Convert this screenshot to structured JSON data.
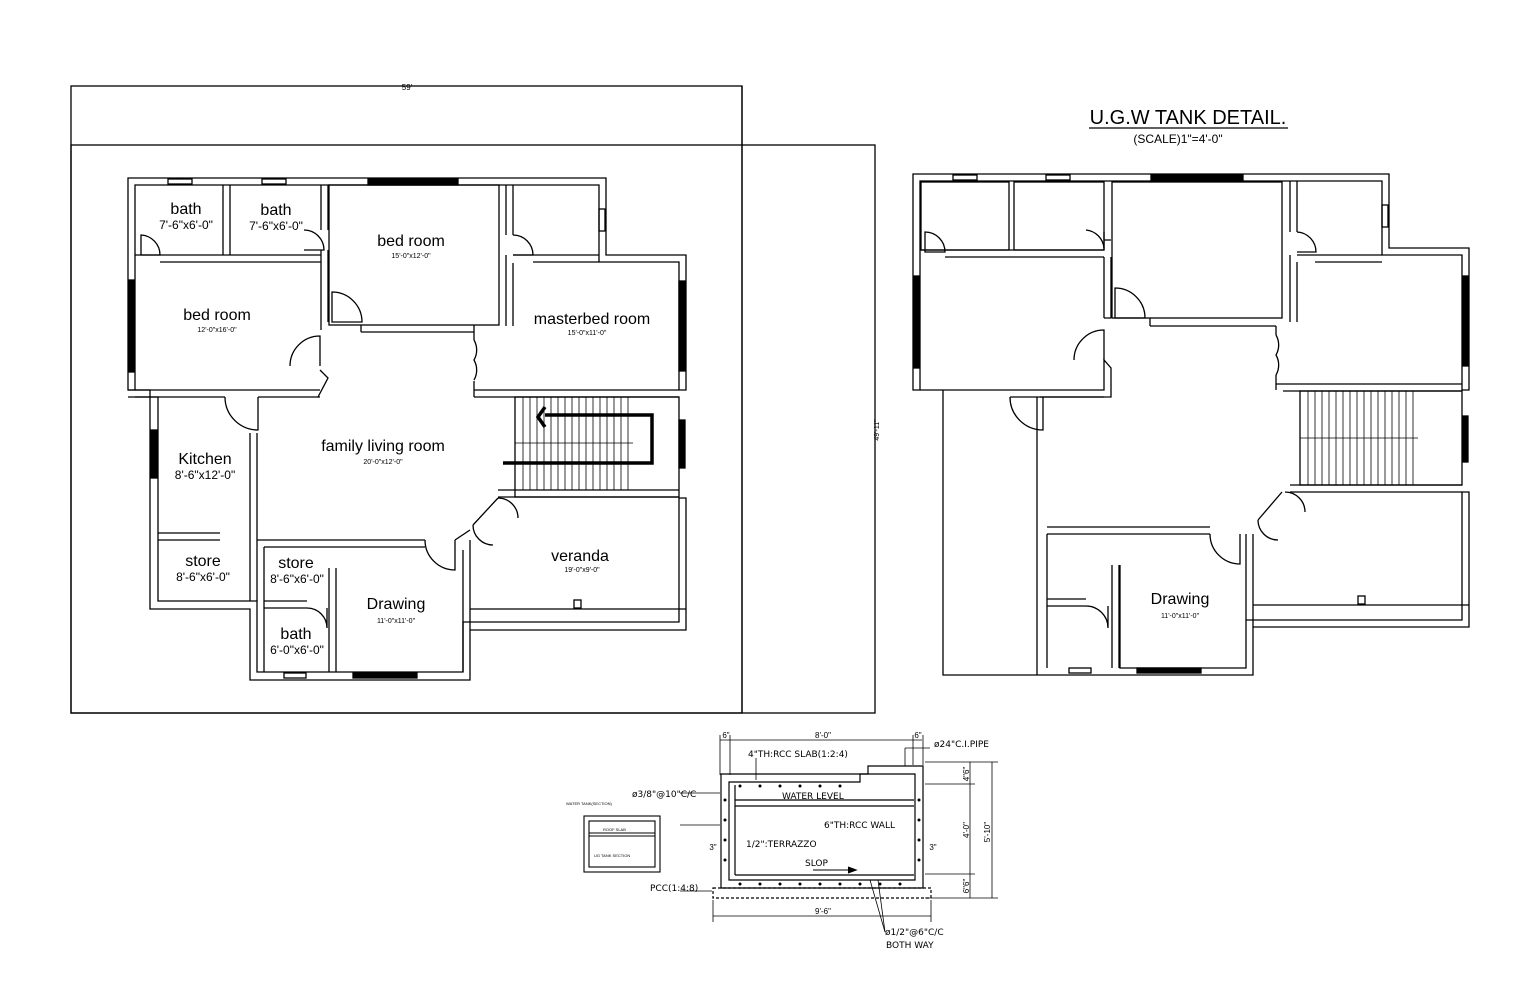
{
  "plan1": {
    "overall_width": "59'",
    "overall_depth": "49'-11\"",
    "rooms": [
      {
        "name": "bath",
        "size": "7'-6\"x6'-0\""
      },
      {
        "name": "bath",
        "size": "7'-6\"x6'-0\""
      },
      {
        "name": "bed room",
        "size": "15'-0\"x12'-0\""
      },
      {
        "name": "bed room",
        "size": "12'-0\"x16'-0\""
      },
      {
        "name": "masterbed room",
        "size": "15'-0\"x11'-0\""
      },
      {
        "name": "family living room",
        "size": "20'-0\"x12'-0\""
      },
      {
        "name": "Kitchen",
        "size": "8'-6\"x12'-0\""
      },
      {
        "name": "store",
        "size": "8'-6\"x6'-0\""
      },
      {
        "name": "store",
        "size": "8'-6\"x6'-0\""
      },
      {
        "name": "veranda",
        "size": "19'-0\"x9'-0\""
      },
      {
        "name": "Drawing",
        "size": "11'-0\"x11'-0\""
      },
      {
        "name": "bath",
        "size": "6'-0\"x6'-0\""
      }
    ]
  },
  "plan2": {
    "title": "U.G.W TANK DETAIL.",
    "scale": "(SCALE)1\"=4'-0\"",
    "rooms": [
      {
        "name": "Drawing",
        "size": "11'-0\"x11'-0\""
      }
    ]
  },
  "tank": {
    "top_width": "8'-0\"",
    "wall_left": "6\"",
    "wall_right": "6\"",
    "pipe": "ø24\"C.I.PIPE",
    "slab": "4\"TH:RCC SLAB(1:2:4)",
    "reinf_top": "ø3/8\"@10\"C/C",
    "water_level": "WATER LEVEL",
    "wall": "6\"TH:RCC WALL",
    "terrazzo": "1/2\":TERRAZZO",
    "slope": "SLOP",
    "pcc": "PCC(1:4:8)",
    "cover_left": "3\"",
    "cover_right": "3\"",
    "h_slab": "4\"6\"",
    "h_inner": "4'-0\"",
    "h_total": "5'-10\"",
    "h_base": "6\"6\"",
    "base_width": "9'-6\"",
    "reinf_base": "ø1/2\"@6\"C/C",
    "both_way": "BOTH WAY"
  },
  "mini": {
    "caption": "WATER TANK(SECTION)",
    "line1": "ROOF SLAB",
    "line2": "UG TANK SECTION"
  }
}
